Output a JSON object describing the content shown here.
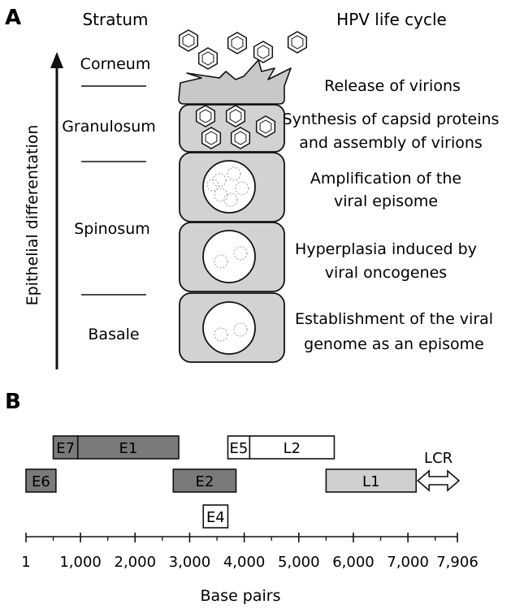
{
  "panel_a": {
    "panel_label": "A",
    "stratum_header": "Stratum",
    "lifecycle_header": "HPV life cycle",
    "axis_label": "Epithelial differentation",
    "strata": {
      "corneum": "Corneum",
      "granulosum": "Granulosum",
      "spinosum": "Spinosum",
      "basale": "Basale"
    },
    "stages": {
      "release": "Release of virions",
      "synthesis_1": "Synthesis of capsid proteins",
      "synthesis_2": "and assembly of virions",
      "amplification_1": "Amplification of the",
      "amplification_2": "viral episome",
      "hyperplasia_1": "Hyperplasia induced by",
      "hyperplasia_2": "viral oncogenes",
      "establishment_1": "Establishment of the viral",
      "establishment_2": "genome as an episome"
    }
  },
  "panel_b": {
    "panel_label": "B",
    "xlabel": "Base pairs",
    "tick_labels": [
      "1",
      "1,000",
      "2,000",
      "3,000",
      "4,000",
      "5,000",
      "6,000",
      "7,000",
      "7,906"
    ],
    "genes": [
      {
        "name": "E7",
        "start": 500,
        "end": 950,
        "row": 1,
        "fill": "#7a7a7a"
      },
      {
        "name": "E1",
        "start": 950,
        "end": 2800,
        "row": 1,
        "fill": "#7a7a7a"
      },
      {
        "name": "E5",
        "start": 3700,
        "end": 4100,
        "row": 1,
        "fill": "#ffffff"
      },
      {
        "name": "L2",
        "start": 4100,
        "end": 5650,
        "row": 1,
        "fill": "#ffffff"
      },
      {
        "name": "E6",
        "start": 1,
        "end": 550,
        "row": 2,
        "fill": "#7a7a7a"
      },
      {
        "name": "E2",
        "start": 2700,
        "end": 3850,
        "row": 2,
        "fill": "#7a7a7a"
      },
      {
        "name": "L1",
        "start": 5500,
        "end": 7150,
        "row": 2,
        "fill": "#cfcfcf"
      },
      {
        "name": "E4",
        "start": 3250,
        "end": 3700,
        "row": 3,
        "fill": "#ffffff"
      }
    ],
    "lcr": {
      "name": "LCR",
      "start": 7150,
      "end": 7906
    }
  }
}
